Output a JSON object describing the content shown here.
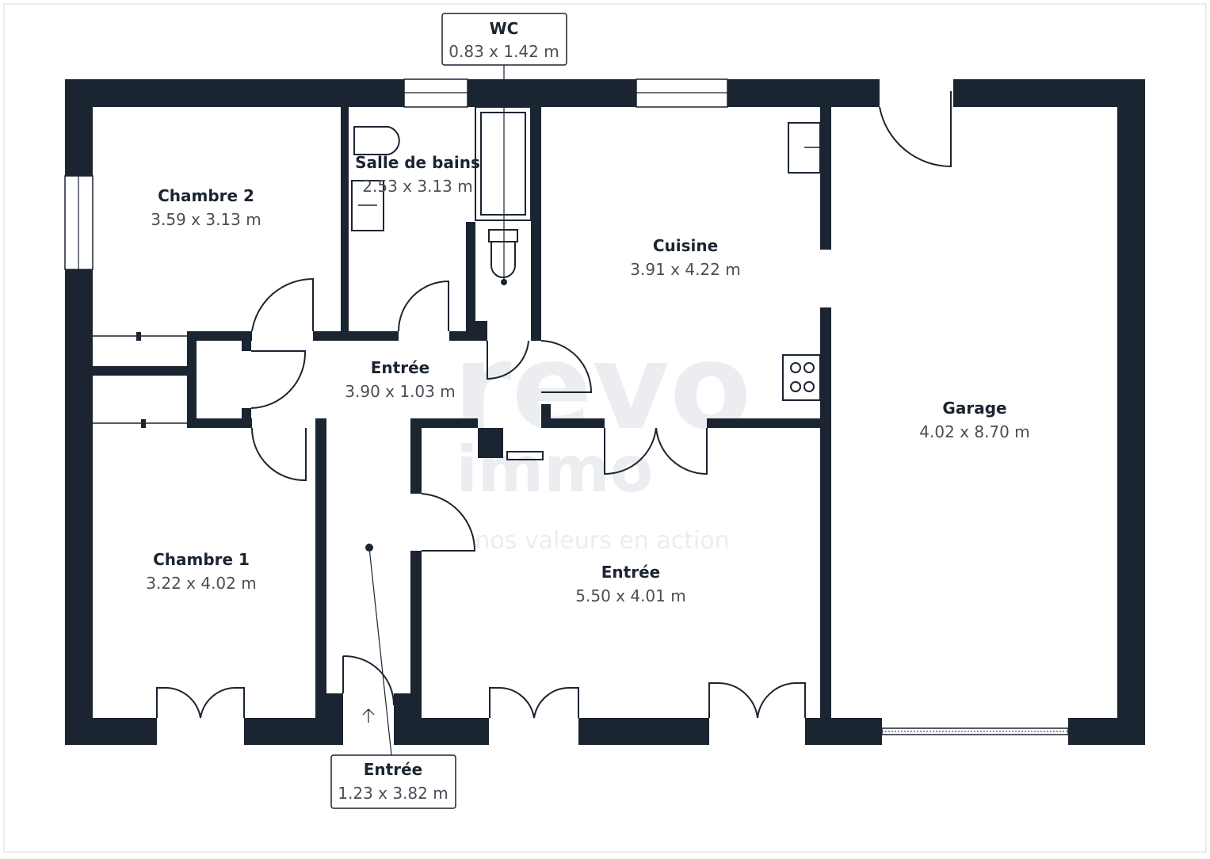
{
  "plan": {
    "watermark": {
      "brand": "revo",
      "sub": "immo",
      "tagline": "nos valeurs en action"
    },
    "rooms": [
      {
        "id": "chambre2",
        "name": "Chambre 2",
        "dim": "3.59 x 3.13 m"
      },
      {
        "id": "sdb",
        "name": "Salle de bains",
        "dim": "2.53 x 3.13 m"
      },
      {
        "id": "cuisine",
        "name": "Cuisine",
        "dim": "3.91 x 4.22 m"
      },
      {
        "id": "entree-hall",
        "name": "Entrée",
        "dim": "3.90 x 1.03 m"
      },
      {
        "id": "garage",
        "name": "Garage",
        "dim": "4.02 x 8.70 m"
      },
      {
        "id": "chambre1",
        "name": "Chambre 1",
        "dim": "3.22 x 4.02 m"
      },
      {
        "id": "entree-main",
        "name": "Entrée",
        "dim": "5.50 x 4.01 m"
      }
    ],
    "callouts": [
      {
        "id": "wc",
        "name": "WC",
        "dim": "0.83 x 1.42 m"
      },
      {
        "id": "entree-corridor",
        "name": "Entrée",
        "dim": "1.23 x 3.82 m"
      }
    ]
  }
}
